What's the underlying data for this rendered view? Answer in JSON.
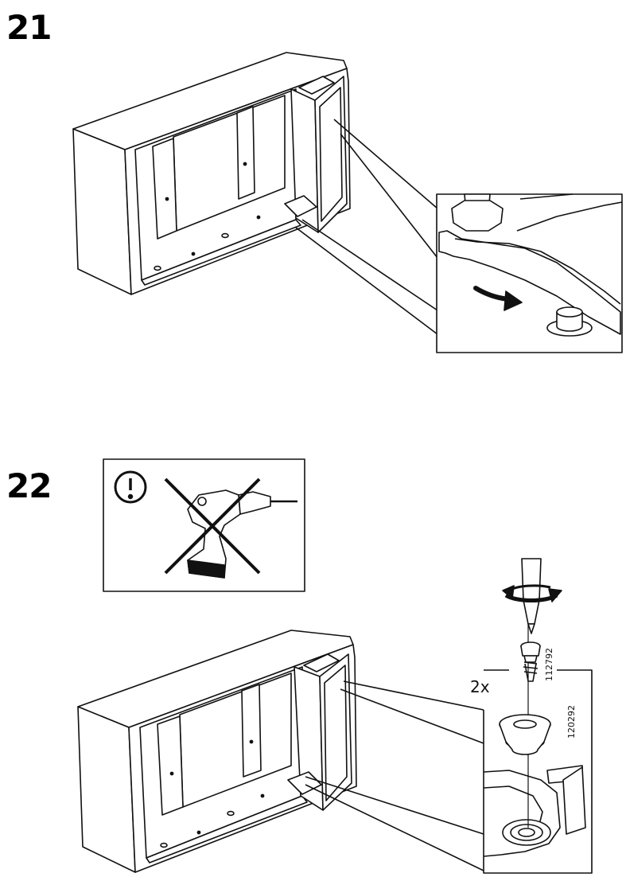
{
  "steps": [
    {
      "number": "21"
    },
    {
      "number": "22"
    }
  ],
  "warning": {
    "icon": "exclamation-circle-icon",
    "crossed_tool": "power-drill-icon"
  },
  "step22": {
    "quantity": "2x",
    "screw_part": "112792",
    "cap_part": "120292"
  }
}
